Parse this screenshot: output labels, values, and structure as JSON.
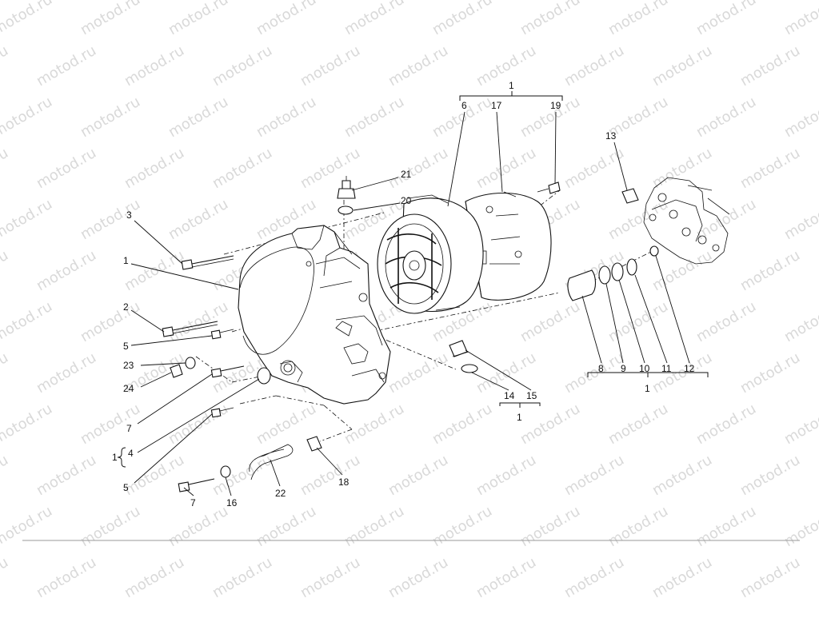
{
  "watermark": "motod.ru",
  "callouts": {
    "c1_top": "1",
    "c6": "6",
    "c17": "17",
    "c19": "19",
    "c13": "13",
    "c21": "21",
    "c20": "20",
    "c3": "3",
    "c1_left": "1",
    "c2": "2",
    "c5a": "5",
    "c23": "23",
    "c24": "24",
    "c7a": "7",
    "c1_brace": "1",
    "c4": "4",
    "c5b": "5",
    "c7b": "7",
    "c16": "16",
    "c22": "22",
    "c18": "18",
    "c8": "8",
    "c9": "9",
    "c10": "10",
    "c11": "11",
    "c12": "12",
    "c1_right": "1",
    "c14": "14",
    "c15": "15",
    "c1_mid": "1"
  }
}
